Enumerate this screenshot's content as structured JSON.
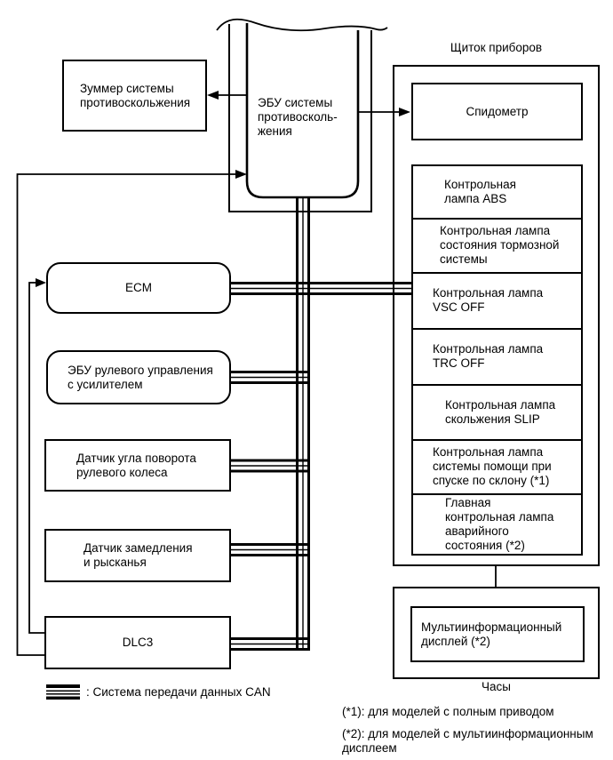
{
  "diagram": {
    "panel_label": "Щиток приборов",
    "clock_label": "Часы",
    "nodes": {
      "buzzer": [
        "Зуммер системы",
        "противоскольжения"
      ],
      "skid_ecu": [
        "ЭБУ системы",
        "противосколь-",
        "жения"
      ],
      "speedometer": "Спидометр",
      "ecm": "ECM",
      "steering_ecu": [
        "ЭБУ рулевого управления",
        "с усилителем"
      ],
      "steering_angle_sensor": [
        "Датчик угла поворота",
        "рулевого колеса"
      ],
      "yaw_sensor": [
        "Датчик замедления",
        "и рысканья"
      ],
      "dlc3": "DLC3",
      "multi_display": [
        "Мультиинформационный",
        "дисплей (*2)"
      ],
      "lamps": [
        {
          "lines": [
            "Контрольная",
            "лампа ABS"
          ]
        },
        {
          "lines": [
            "Контрольная лампа",
            "состояния тормозной",
            "системы"
          ]
        },
        {
          "lines": [
            "Контрольная лампа",
            "VSC OFF"
          ]
        },
        {
          "lines": [
            "Контрольная лампа",
            "TRC OFF"
          ]
        },
        {
          "lines": [
            "Контрольная лампа",
            "скольжения SLIP"
          ]
        },
        {
          "lines": [
            "Контрольная лампа",
            "системы помощи при",
            "спуске по склону (*1)"
          ]
        },
        {
          "lines": [
            "Главная",
            "контрольная лампа",
            "аварийного",
            "состояния (*2)"
          ]
        }
      ]
    },
    "legend": ": Система передачи данных CAN",
    "footnotes": [
      "(*1): для моделей с полным приводом",
      "(*2): для моделей с мультиинформационным дисплеем"
    ]
  }
}
